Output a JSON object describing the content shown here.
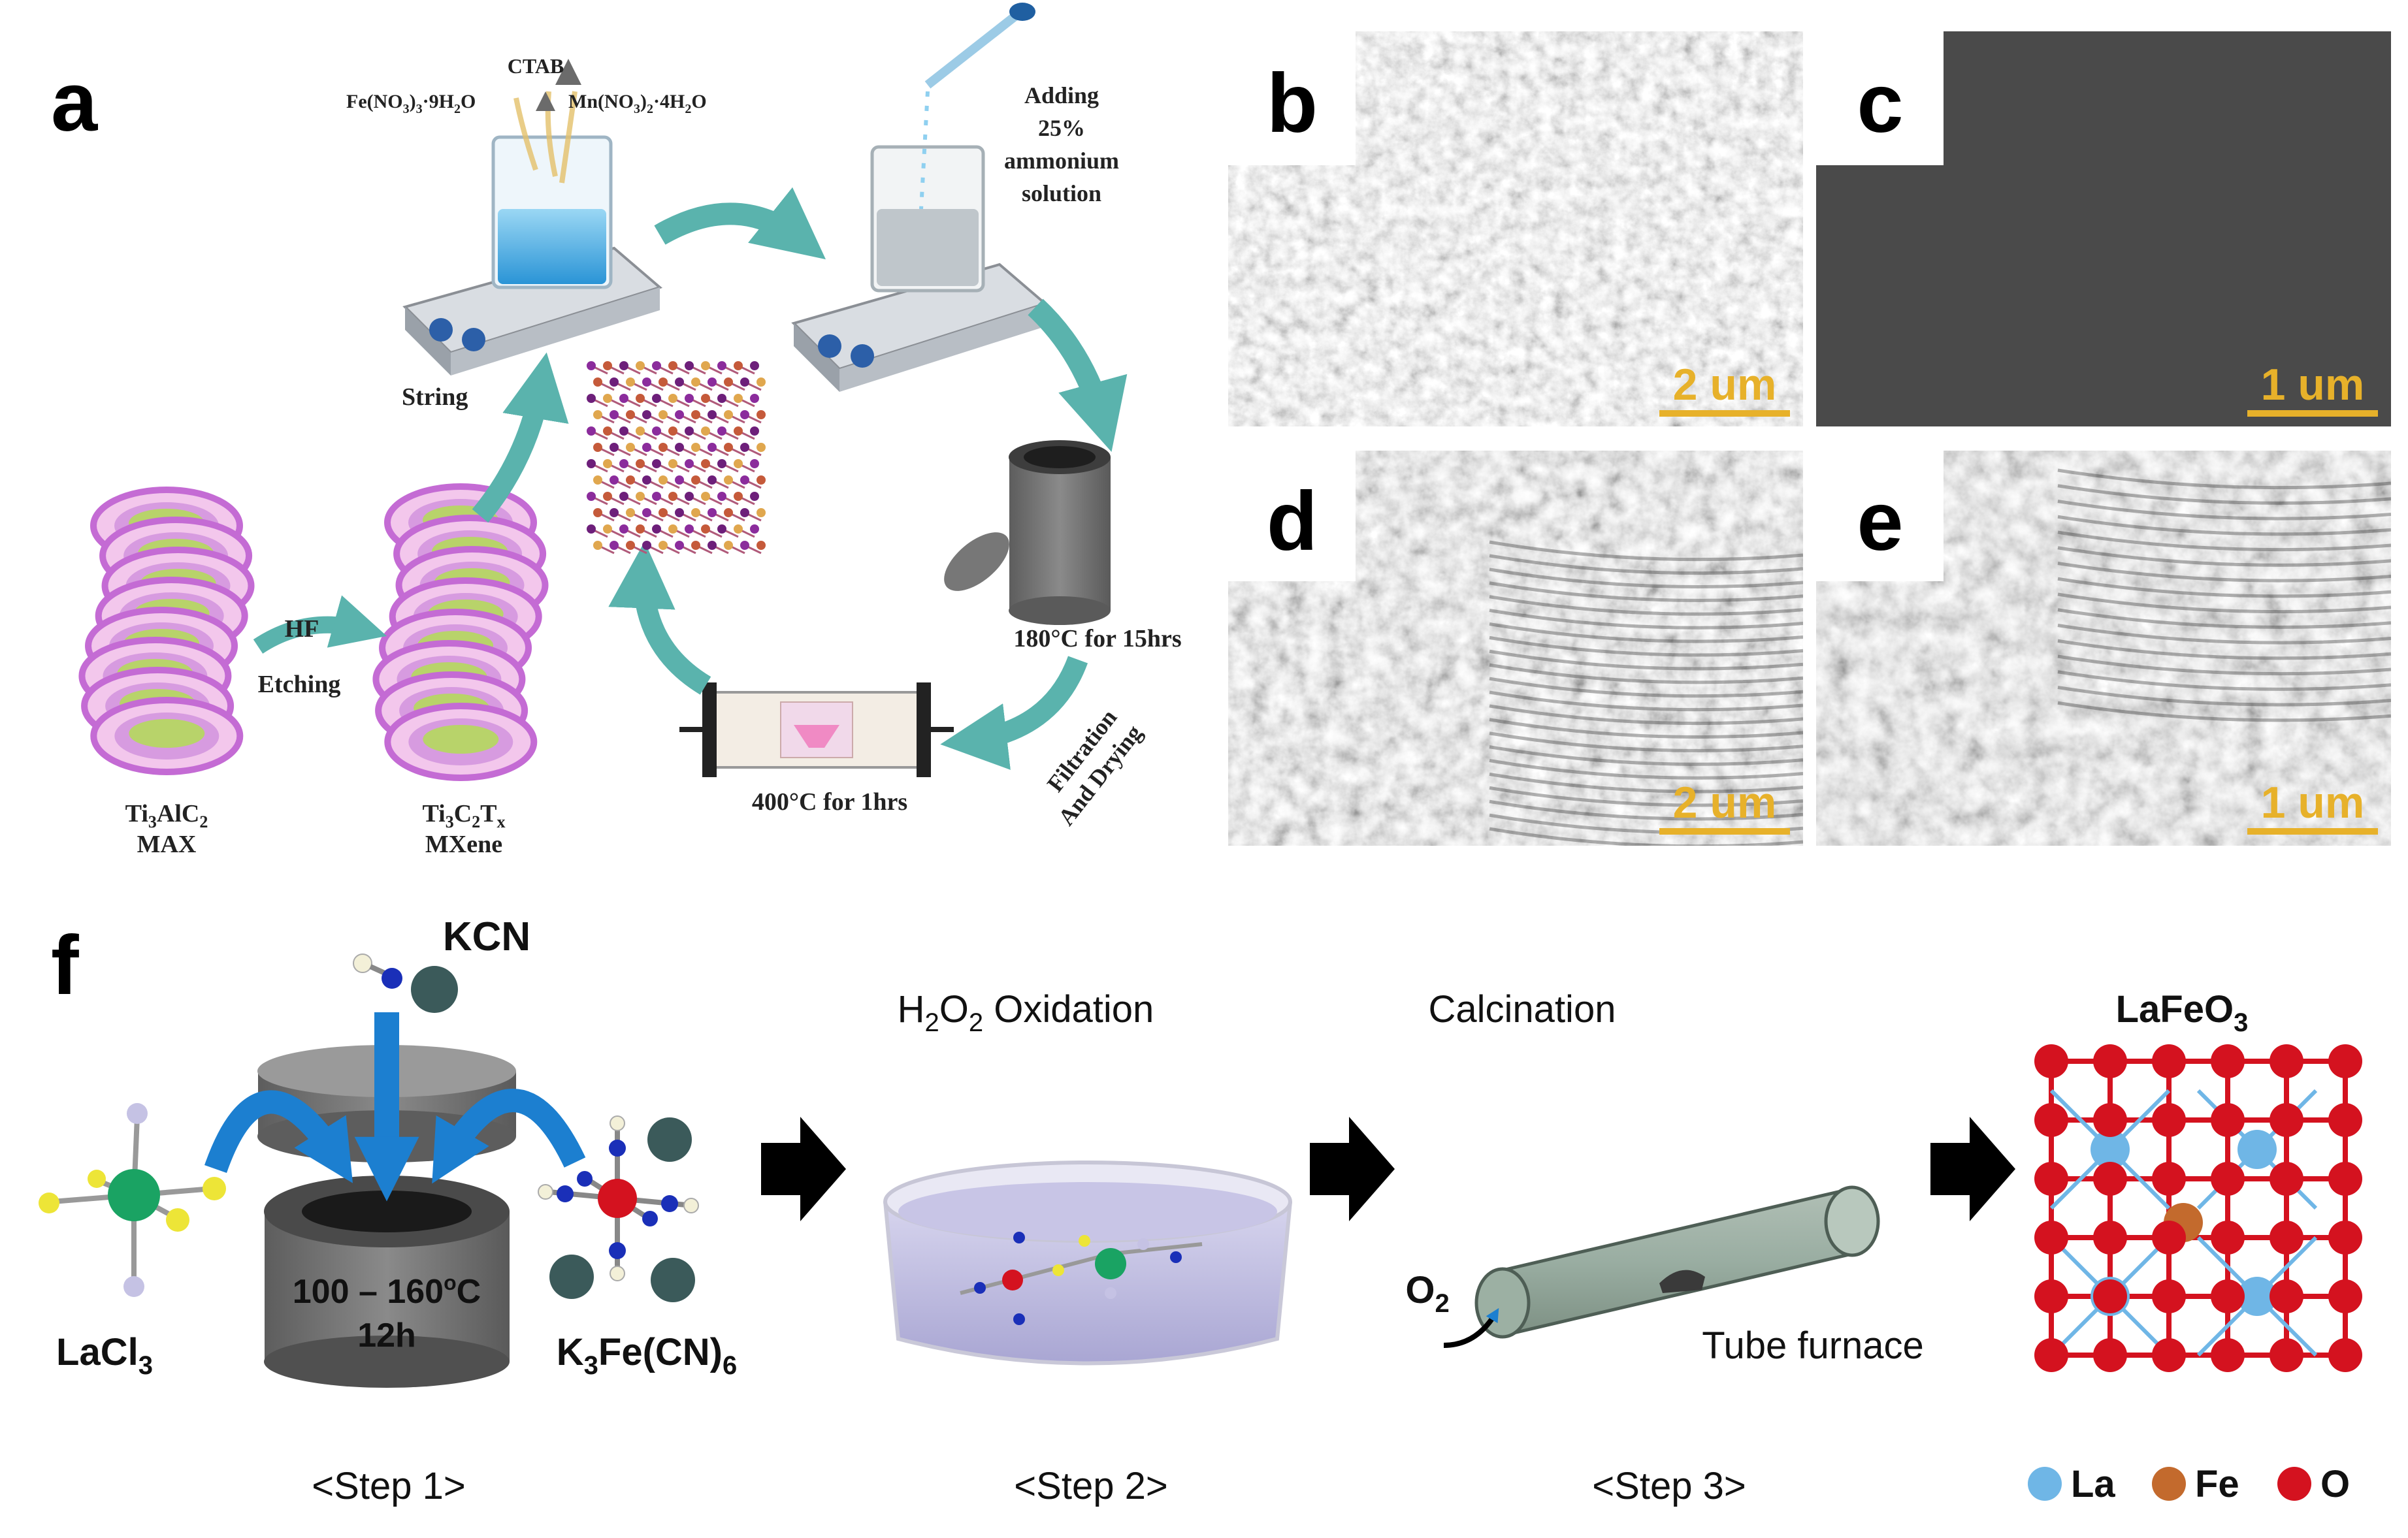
{
  "panel_labels": {
    "a": "a",
    "b": "b",
    "c": "c",
    "d": "d",
    "e": "e",
    "f": "f"
  },
  "panel_a": {
    "reagent_ctab": "CTAB",
    "reagent_fe_main": "Fe(NO",
    "reagent_fe_sub1": "3",
    "reagent_fe_mid": ")",
    "reagent_fe_sub2": "3",
    "reagent_fe_end": "·9H",
    "reagent_fe_sub3": "2",
    "reagent_fe_o": "O",
    "reagent_mn_main": "Mn(NO",
    "reagent_mn_sub1": "3",
    "reagent_mn_mid": ")",
    "reagent_mn_sub2": "2",
    "reagent_mn_end": "·4H",
    "reagent_mn_sub3": "2",
    "reagent_mn_o": "O",
    "stirring_label": "String",
    "adding_line1": "Adding",
    "adding_line2": "25%",
    "adding_line3": "ammonium",
    "adding_line4": "solution",
    "autoclave_label": "180°C for 15hrs",
    "filtration_line1": "Filtration",
    "filtration_line2": "And Drying",
    "furnace_label": "400°C for 1hrs",
    "hf_label": "HF",
    "etching_label": "Etching",
    "max_formula_a": "Ti",
    "max_sub1": "3",
    "max_formula_b": "AlC",
    "max_sub2": "2",
    "max_name": "MAX",
    "mxene_formula_a": "Ti",
    "mxene_sub1": "3",
    "mxene_formula_b": "C",
    "mxene_sub2": "2",
    "mxene_formula_c": "T",
    "mxene_sub3": "x",
    "mxene_name": "MXene"
  },
  "sem": {
    "b_scale": "2 um",
    "c_scale": "1 um",
    "d_scale": "2 um",
    "e_scale": "1 um"
  },
  "panel_f": {
    "kcn": "KCN",
    "lacl3_main": "LaCl",
    "lacl3_sub": "3",
    "k3fe_a": "K",
    "k3fe_sub1": "3",
    "k3fe_b": "Fe(CN)",
    "k3fe_sub2": "6",
    "reactor_temp": "100 – 160",
    "reactor_deg": "o",
    "reactor_c": "C",
    "reactor_time": "12h",
    "step2_title_a": "H",
    "step2_sub1": "2",
    "step2_title_b": "O",
    "step2_sub2": "2",
    "step2_title_c": " Oxidation",
    "step3_title": "Calcination",
    "o2_main": "O",
    "o2_sub": "2",
    "tube_label": "Tube furnace",
    "product_main": "LaFeO",
    "product_sub": "3",
    "step1": "<Step 1>",
    "step2": "<Step 2>",
    "step3": "<Step 3>",
    "legend_la": "La",
    "legend_fe": "Fe",
    "legend_o": "O"
  },
  "colors": {
    "teal_arrow": "#5ab3ad",
    "blue_arrow": "#1c7fd0",
    "la_blue": "#6fb6e6",
    "fe_orange": "#c36a2d",
    "o_red": "#d4121f",
    "scale_bar": "#e7b12a"
  }
}
